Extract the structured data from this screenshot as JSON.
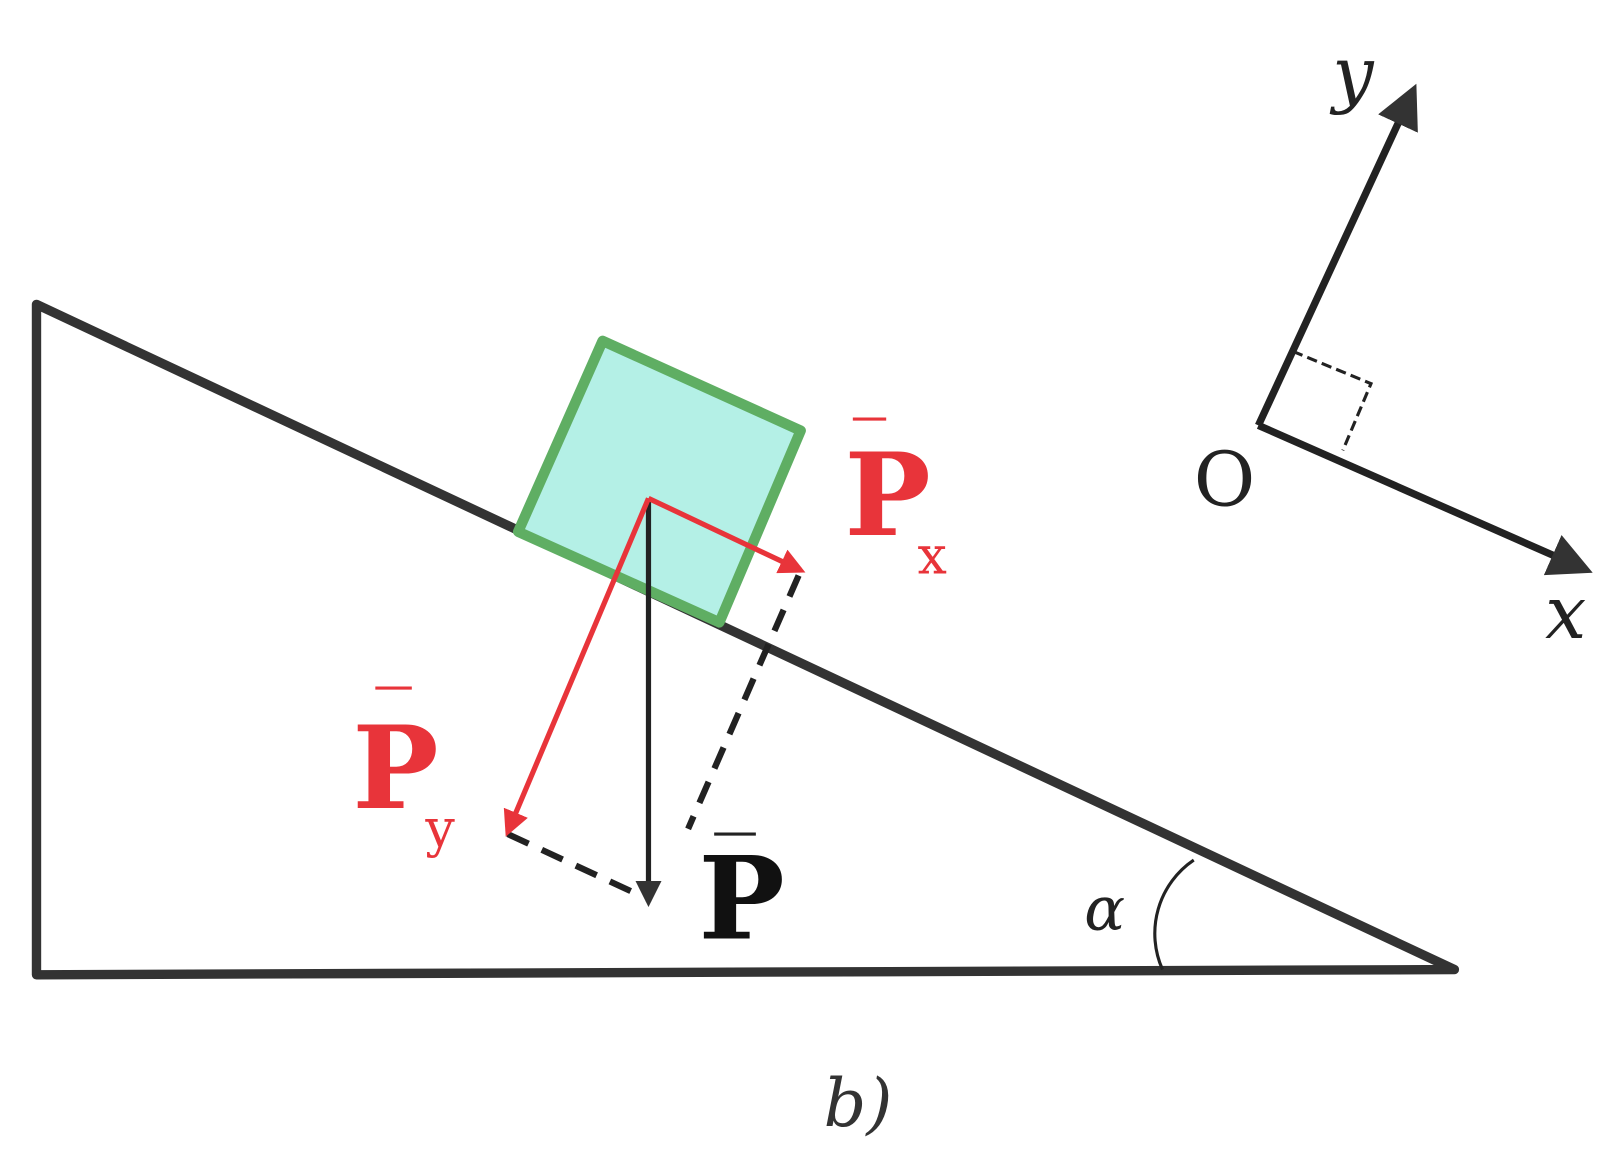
{
  "labels": {
    "px_main": "P",
    "px_sub": "x",
    "py_main": "P",
    "py_sub": "y",
    "p_main": "P",
    "angle": "α",
    "origin": "O",
    "axis_x": "x",
    "axis_y": "y",
    "caption": "b)"
  },
  "colors": {
    "force_red": "#e8343a",
    "block_fill": "#b4f0e6",
    "block_stroke": "#5fae63",
    "ink": "#222222"
  }
}
